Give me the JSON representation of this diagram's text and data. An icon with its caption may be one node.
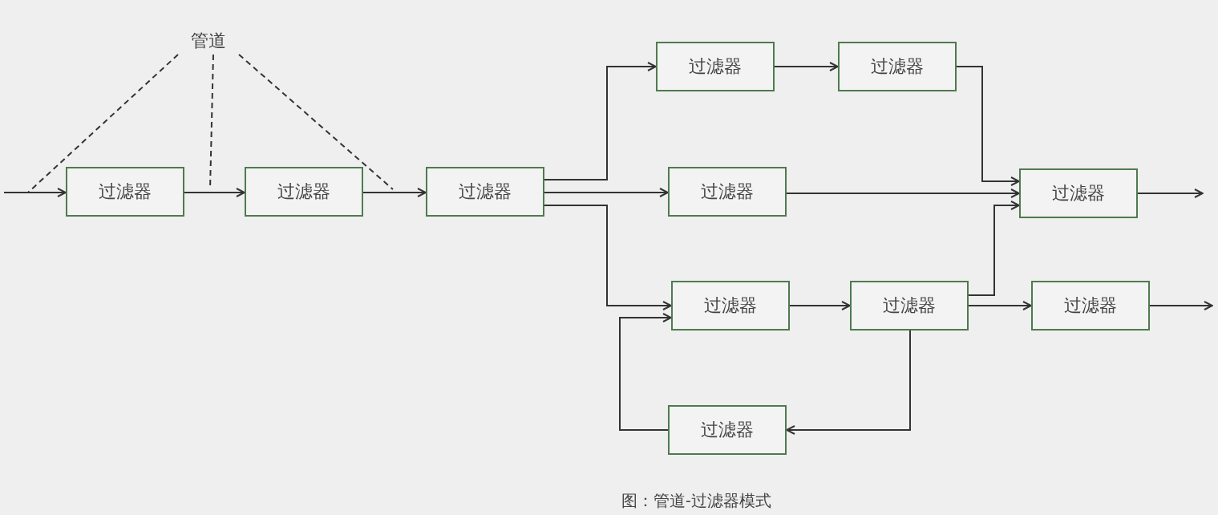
{
  "diagram": {
    "caption": "图：管道-过滤器模式",
    "nodes": [
      {
        "text": [
          "管道"
        ]
      },
      {
        "text": [
          "过滤器"
        ]
      },
      {
        "text": [
          "过滤器"
        ]
      },
      {
        "text": [
          "过滤器"
        ]
      },
      {
        "text": [
          "过滤器"
        ]
      },
      {
        "text": [
          "过滤器"
        ]
      },
      {
        "text": [
          "过滤器"
        ]
      },
      {
        "text": [
          "过滤器"
        ]
      },
      {
        "text": [
          "过滤器"
        ]
      },
      {
        "text": [
          "过滤器"
        ]
      },
      {
        "text": [
          "过滤器"
        ]
      },
      {
        "text": [
          "过滤器"
        ]
      }
    ],
    "edges": [
      {
        "from": null,
        "to": 1,
        "arrow": "to"
      },
      {
        "from": 1,
        "to": 2,
        "arrow": "to"
      },
      {
        "from": 2,
        "to": 3,
        "arrow": "to"
      },
      {
        "from": 3,
        "to": 4,
        "arrow": "to"
      },
      {
        "from": 3,
        "to": 6,
        "arrow": "to"
      },
      {
        "from": 3,
        "to": 8,
        "arrow": "to"
      },
      {
        "from": 4,
        "to": 5,
        "arrow": "to"
      },
      {
        "from": 5,
        "to": 7,
        "arrow": "to"
      },
      {
        "from": 6,
        "to": 7,
        "arrow": "to"
      },
      {
        "from": 9,
        "to": 7,
        "arrow": "to"
      },
      {
        "from": 8,
        "to": 9,
        "arrow": "to"
      },
      {
        "from": 9,
        "to": 10,
        "arrow": "to"
      },
      {
        "from": 9,
        "to": 11,
        "arrow": "to"
      },
      {
        "from": 11,
        "to": 8,
        "arrow": "to"
      },
      {
        "from": 7,
        "to": null,
        "arrow": "to"
      },
      {
        "from": 10,
        "to": null,
        "arrow": "to"
      },
      {
        "from": 0,
        "to": null,
        "arrow": "none",
        "style": "dashed"
      },
      {
        "from": 0,
        "to": null,
        "arrow": "none",
        "style": "dashed"
      },
      {
        "from": 0,
        "to": null,
        "arrow": "none",
        "style": "dashed"
      }
    ]
  }
}
